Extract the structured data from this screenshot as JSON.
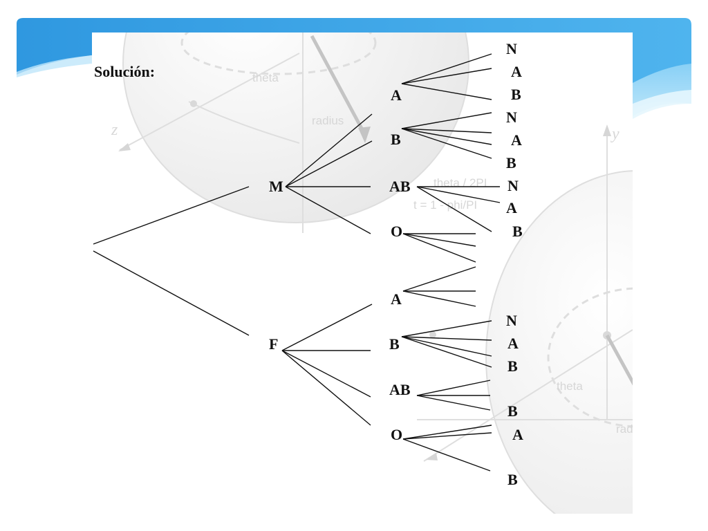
{
  "slide": {
    "title": "Solución:",
    "accent": "#3aa3e6"
  },
  "background_labels": {
    "theta_top": "theta",
    "radius_top": "radius",
    "formula_1": "theta / 2PI",
    "formula_2": "t = 1 - phi/PI",
    "theta_bottom": "theta",
    "radius_bottom": "rad",
    "axis_z": "z",
    "axis_y": "y"
  },
  "tree": {
    "level1": [
      "M",
      "F"
    ],
    "level2_M": [
      "A",
      "B",
      "AB",
      "O"
    ],
    "level2_F": [
      "A",
      "B",
      "AB",
      "O"
    ],
    "leaves_M_A": [
      "N",
      "A",
      "B"
    ],
    "leaves_M_B": [
      "N",
      "A",
      "B"
    ],
    "leaves_M_AB": [
      "N",
      "A",
      "B"
    ],
    "leaves_F_B": [
      "N",
      "A",
      "B"
    ],
    "leaves_F_AB": [
      "B"
    ],
    "leaves_F_O": [
      "A",
      "B"
    ]
  }
}
